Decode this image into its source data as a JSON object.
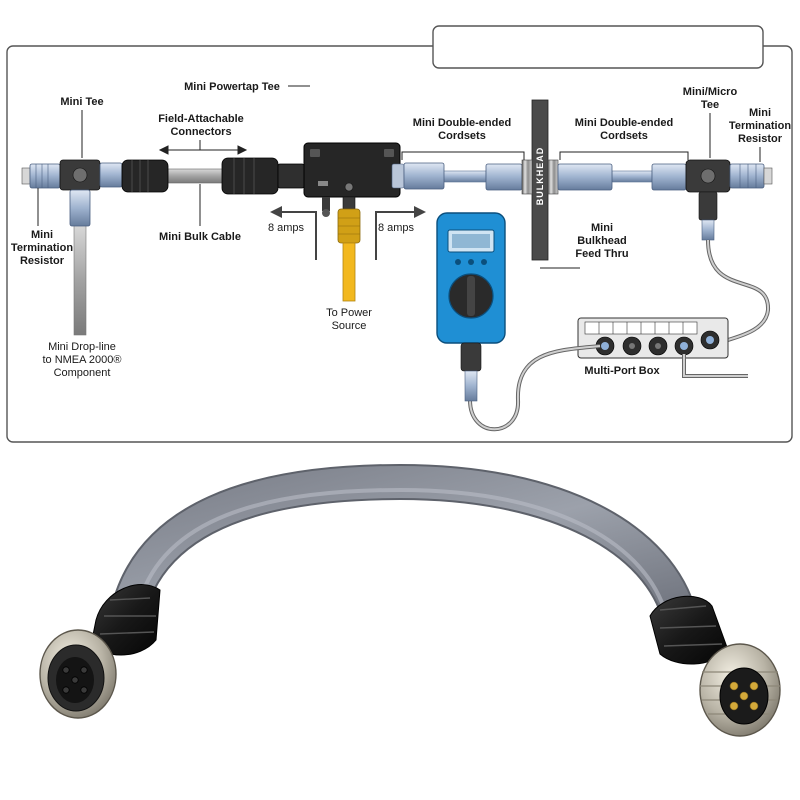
{
  "diagram": {
    "title_box_text": "",
    "labels": {
      "mini_powertap_tee": "Mini Powertap Tee",
      "mini_tee": "Mini Tee",
      "field_attachable_1": "Field-Attachable",
      "field_attachable_2": "Connectors",
      "mini_double_ended_left_1": "Mini Double-ended",
      "mini_double_ended_left_2": "Cordsets",
      "mini_double_ended_right_1": "Mini Double-ended",
      "mini_double_ended_right_2": "Cordsets",
      "mini_micro_tee_1": "Mini/Micro",
      "mini_micro_tee_2": "Tee",
      "term_right_1": "Mini",
      "term_right_2": "Termination",
      "term_right_3": "Resistor",
      "term_left_1": "Mini",
      "term_left_2": "Termination",
      "term_left_3": "Resistor",
      "mini_bulk_cable": "Mini Bulk Cable",
      "amps_left": "8 amps",
      "amps_right": "8 amps",
      "bulkhead": "BULKHEAD",
      "bulkhead_feed_1": "Mini",
      "bulkhead_feed_2": "Bulkhead",
      "bulkhead_feed_3": "Feed Thru",
      "power_source_1": "To Power",
      "power_source_2": "Source",
      "drop_line_1": "Mini Drop-line",
      "drop_line_2": "to NMEA 2000®",
      "drop_line_3": "Component",
      "multi_port_box": "Multi-Port Box"
    }
  },
  "colors": {
    "gauge_body": "#1f8fd4",
    "power_cable": "#f2b81e",
    "connector_dark": "#2a2a2a",
    "cable_grey": "#8f939c"
  }
}
